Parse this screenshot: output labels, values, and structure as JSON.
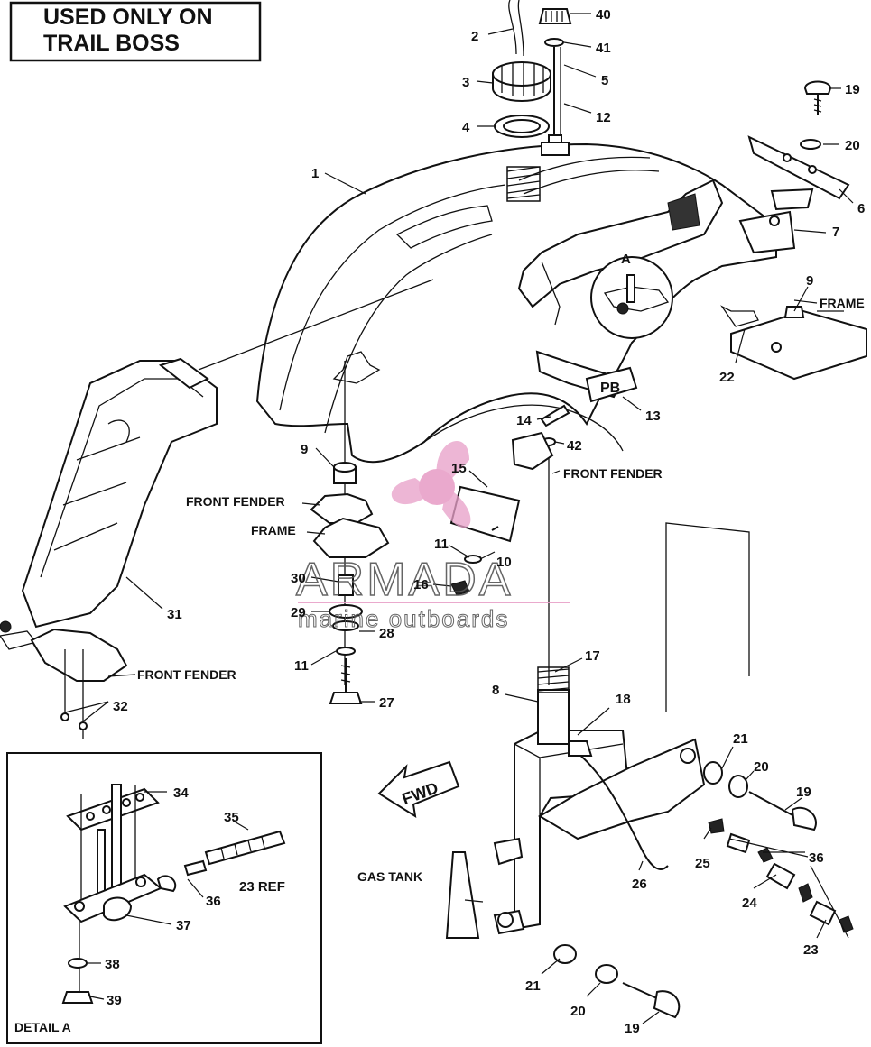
{
  "banner": {
    "line1": "USED ONLY ON",
    "line2": "TRAIL BOSS"
  },
  "detail_title": "DETAIL A",
  "detail_callout": "A",
  "fwd_arrow": "FWD",
  "pb_mark": "PB",
  "watermark": {
    "brand": "ARMADA",
    "tagline": "marine outboards",
    "logo_color": "#e8a0c8",
    "text_color": "#555555"
  },
  "text_labels": {
    "frame_top": "FRAME",
    "front_fender_mid": "FRONT FENDER",
    "frame_mid": "FRAME",
    "front_fender_right": "FRONT FENDER",
    "front_fender_left": "FRONT FENDER",
    "gas_tank": "GAS TANK",
    "ref_23": "23 REF"
  },
  "callouts": [
    "1",
    "2",
    "3",
    "4",
    "40",
    "41",
    "5",
    "12",
    "19",
    "20",
    "6",
    "7",
    "9",
    "22",
    "13",
    "14",
    "42",
    "15",
    "9",
    "11",
    "10",
    "16",
    "30",
    "29",
    "28",
    "11",
    "27",
    "31",
    "32",
    "17",
    "8",
    "18",
    "21",
    "20",
    "19",
    "36",
    "25",
    "24",
    "23",
    "26",
    "21",
    "20",
    "19",
    "34",
    "35",
    "36",
    "37",
    "38",
    "39"
  ]
}
